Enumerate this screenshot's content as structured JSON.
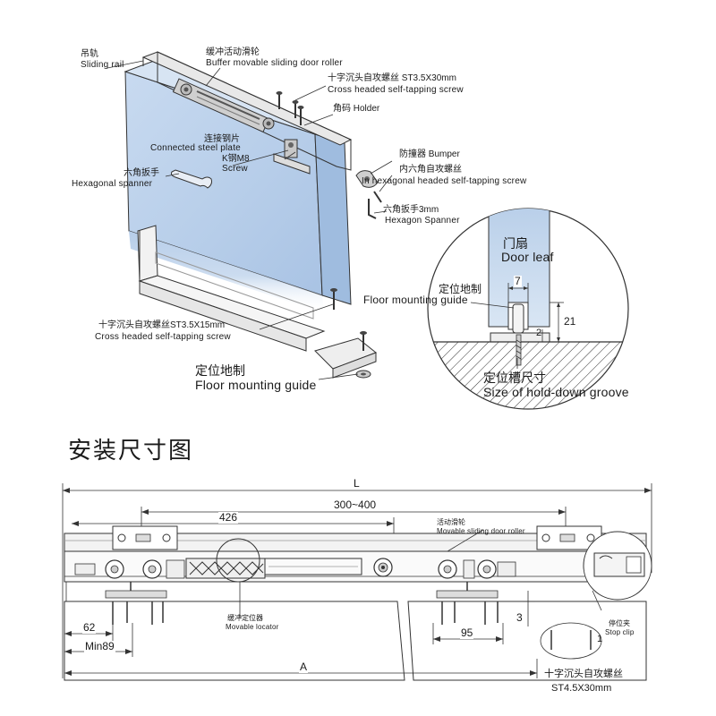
{
  "top_view": {
    "sliding_rail": {
      "zh": "吊轨",
      "en": "Sliding rail"
    },
    "buffer_roller": {
      "zh": "缓冲活动滑轮",
      "en": "Buffer movable sliding door roller"
    },
    "cross_screw_top": {
      "zh": "十字沉头自攻螺丝  ST3.5X30mm",
      "en": "Cross headed self-tapping screw"
    },
    "holder": {
      "text": "角码 Holder"
    },
    "steel_plate": {
      "zh": "连接钢片",
      "en": "Connected steel plate"
    },
    "k_screw": {
      "zh": "K钢M8",
      "en": "Screw"
    },
    "hex_spanner_left": {
      "zh": "六角扳手",
      "en": "Hexagonal spanner"
    },
    "bumper": {
      "text": "防撞器 Bumper"
    },
    "inner_hex_screw": {
      "zh": "内六角自攻螺丝",
      "en": "In hexagonal headed self-tapping screw"
    },
    "hex_spanner_3mm": {
      "zh": "六角扳手3mm",
      "en": "Hexagon Spanner"
    },
    "cross_screw_bottom": {
      "zh": "十字沉头自攻螺丝ST3.5X15mm",
      "en": "Cross headed self-tapping screw"
    },
    "floor_guide_main": {
      "zh": "定位地制",
      "en": "Floor mounting guide"
    }
  },
  "detail_view": {
    "door_leaf": {
      "zh": "门扇",
      "en": "Door leaf"
    },
    "floor_guide": {
      "zh": "定位地制",
      "en": "Floor mounting guide"
    },
    "dim_width": "7",
    "dim_height": "21",
    "dim_depth": "2",
    "groove": {
      "zh": "定位槽尺寸",
      "en": "Size of hold-down groove"
    }
  },
  "install_view": {
    "title": "安装尺寸图",
    "dim_L": "L",
    "dim_range": "300~400",
    "dim_426": "426",
    "dim_62": "62",
    "dim_min89": "Min89",
    "dim_A": "A",
    "dim_95": "95",
    "dim_3": "3",
    "dim_1": "1",
    "movable_roller": {
      "zh": "活动滑轮",
      "en": "Movable sliding door roller"
    },
    "movable_locator": {
      "zh": "缓冲定位器",
      "en": "Movable locator"
    },
    "stop_clip": {
      "zh": "停位夹",
      "en": "Stop clip"
    },
    "bottom_screw": {
      "zh": "十字沉头自攻螺丝",
      "spec": "ST4.5X30mm"
    }
  },
  "colors": {
    "door_blue": "#b9cfe9",
    "door_blue_light": "#dde8f5",
    "line": "#222222",
    "rail_gray": "#d9d9d9"
  }
}
